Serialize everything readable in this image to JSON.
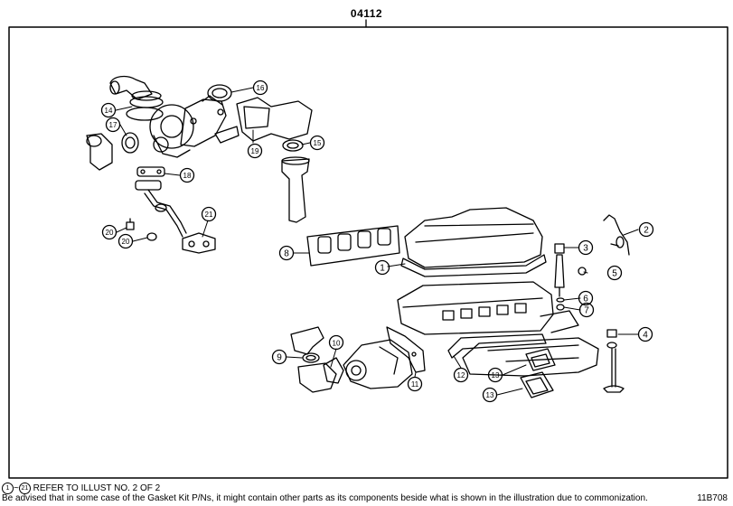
{
  "header": {
    "part_number": "04112"
  },
  "callouts": [
    "1",
    "2",
    "3",
    "4",
    "5",
    "6",
    "7",
    "8",
    "9",
    "10",
    "11",
    "12",
    "13",
    "14",
    "15",
    "16",
    "17",
    "18",
    "19",
    "20",
    "21"
  ],
  "footer": {
    "range_start": "1",
    "range_sep": "~",
    "range_end": "21",
    "refer_note": "REFER TO ILLUST NO. 2 OF 2",
    "advisory": "Be advised that in some case of the Gasket Kit P/Ns,  it might contain other parts as its components beside what is shown in the illustration due to commonization.",
    "illustration_code": "11B708"
  }
}
